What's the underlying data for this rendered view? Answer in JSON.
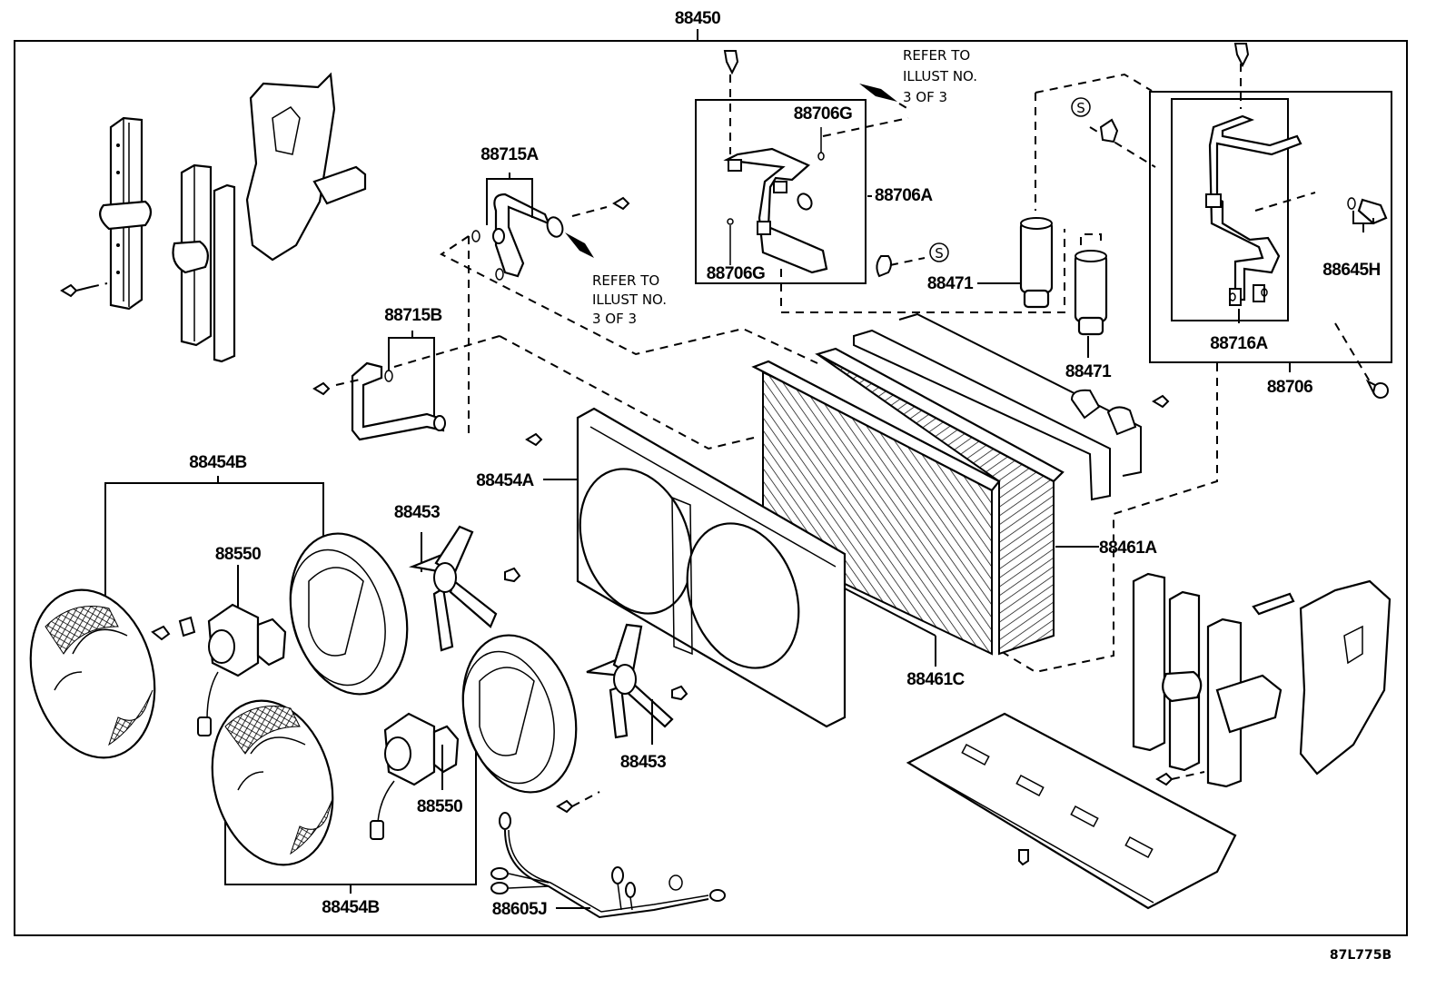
{
  "diagram": {
    "title_part": "88450",
    "ref_code": "87L775B",
    "labels": {
      "p88706G_top": "88706G",
      "p88706A": "88706A",
      "p88706G_bottom": "88706G",
      "p88471_a": "88471",
      "p88471_b": "88471",
      "p88716A": "88716A",
      "p88706": "88706",
      "p88645H": "88645H",
      "p88715A": "88715A",
      "p88715B": "88715B",
      "p88454A": "88454A",
      "p88461A": "88461A",
      "p88461C": "88461C",
      "p88454B_top": "88454B",
      "p88454B_bottom": "88454B",
      "p88550_a": "88550",
      "p88550_b": "88550",
      "p88453_a": "88453",
      "p88453_b": "88453",
      "p88605J": "88605J"
    },
    "notes": {
      "refer_top": [
        "REFER TO",
        "ILLUST NO.",
        "3 OF 3"
      ],
      "refer_mid": [
        "REFER TO",
        "ILLUST NO.",
        "3 OF 3"
      ]
    },
    "symbols": {
      "s_mark": "S"
    }
  }
}
